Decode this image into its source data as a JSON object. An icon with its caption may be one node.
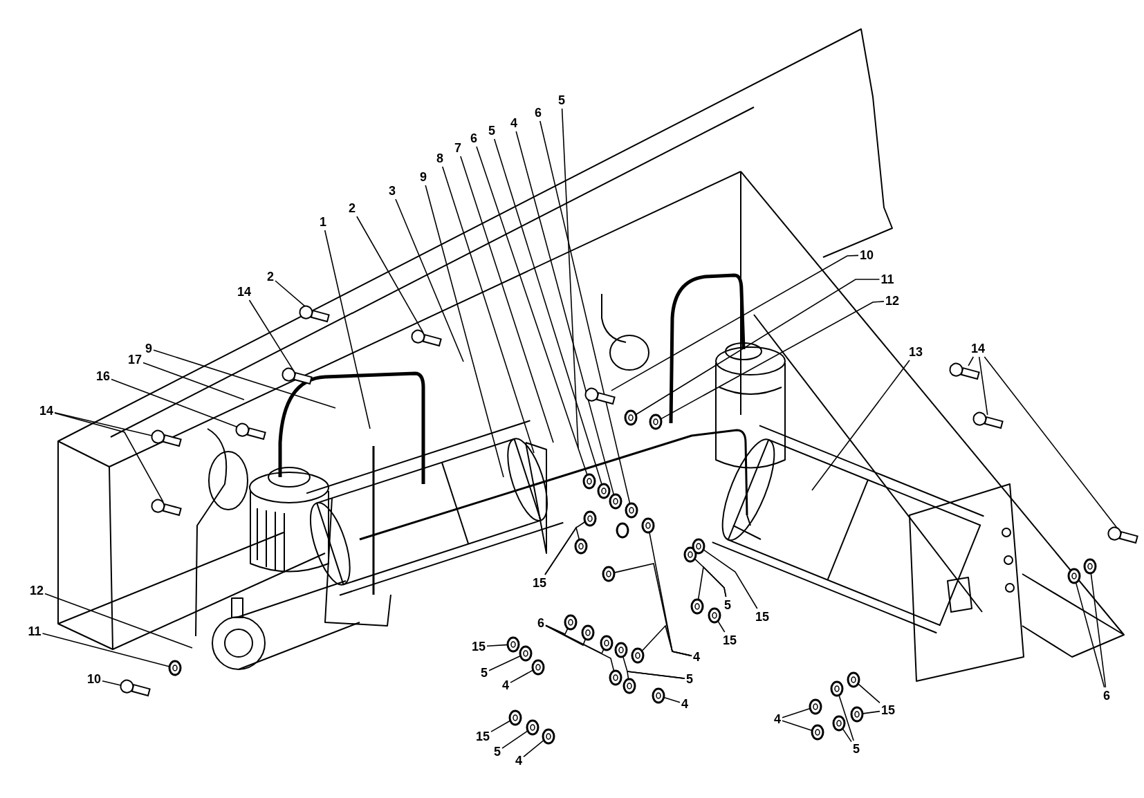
{
  "diagram": {
    "nodes": [
      {
        "text": [
          "5"
        ]
      },
      {
        "text": [
          "6"
        ]
      },
      {
        "text": [
          "4"
        ]
      },
      {
        "text": [
          "5"
        ]
      },
      {
        "text": [
          "6"
        ]
      },
      {
        "text": [
          "7"
        ]
      },
      {
        "text": [
          "8"
        ]
      },
      {
        "text": [
          "9"
        ]
      },
      {
        "text": [
          "3"
        ]
      },
      {
        "text": [
          "2"
        ]
      },
      {
        "text": [
          "1"
        ]
      },
      {
        "text": [
          "10"
        ]
      },
      {
        "text": [
          "11"
        ]
      },
      {
        "text": [
          "2"
        ]
      },
      {
        "text": [
          "12"
        ]
      },
      {
        "text": [
          "14"
        ]
      },
      {
        "text": [
          "13"
        ]
      },
      {
        "text": [
          "14"
        ]
      },
      {
        "text": [
          "9"
        ]
      },
      {
        "text": [
          "17"
        ]
      },
      {
        "text": [
          "16"
        ]
      },
      {
        "text": [
          "14"
        ]
      },
      {
        "text": [
          "15"
        ]
      },
      {
        "text": [
          "12"
        ]
      },
      {
        "text": [
          "5"
        ]
      },
      {
        "text": [
          "15"
        ]
      },
      {
        "text": [
          "6"
        ]
      },
      {
        "text": [
          "11"
        ]
      },
      {
        "text": [
          "15"
        ]
      },
      {
        "text": [
          "15"
        ]
      },
      {
        "text": [
          "4"
        ]
      },
      {
        "text": [
          "5"
        ]
      },
      {
        "text": [
          "10"
        ]
      },
      {
        "text": [
          "5"
        ]
      },
      {
        "text": [
          "4"
        ]
      },
      {
        "text": [
          "6"
        ]
      },
      {
        "text": [
          "4"
        ]
      },
      {
        "text": [
          "15"
        ]
      },
      {
        "text": [
          "4"
        ]
      },
      {
        "text": [
          "15"
        ]
      },
      {
        "text": [
          "5"
        ]
      },
      {
        "text": [
          "5"
        ]
      },
      {
        "text": [
          "4"
        ]
      },
      {
        "text": [],
        "shape": "circle"
      },
      {
        "text": [],
        "shape": "circle"
      },
      {
        "text": [],
        "shape": "circle"
      },
      {
        "text": [],
        "shape": "circle"
      },
      {
        "text": [],
        "shape": "bolt"
      },
      {
        "text": [],
        "shape": "bolt"
      },
      {
        "text": [],
        "shape": "circle"
      },
      {
        "text": [],
        "shape": "bolt"
      },
      {
        "text": [],
        "shape": "circle"
      },
      {
        "text": [],
        "shape": "bolt"
      },
      {
        "text": [],
        "shape": "bolt"
      },
      {
        "text": [],
        "shape": "bolt"
      },
      {
        "text": [],
        "shape": "bolt"
      },
      {
        "text": [],
        "shape": "bolt"
      },
      {
        "text": [],
        "shape": "bolt"
      },
      {
        "text": [],
        "shape": "bolt"
      },
      {
        "text": [],
        "shape": "circle"
      },
      {
        "text": [],
        "shape": "circle"
      },
      {
        "text": [],
        "shape": "circle"
      },
      {
        "text": [],
        "shape": "circle"
      },
      {
        "text": [],
        "shape": "circle"
      },
      {
        "text": [],
        "shape": "circle"
      },
      {
        "text": [],
        "shape": "circle"
      },
      {
        "text": [],
        "shape": "circle"
      },
      {
        "text": [],
        "shape": "circle"
      },
      {
        "text": [],
        "shape": "circle"
      },
      {
        "text": [],
        "shape": "circle"
      },
      {
        "text": [],
        "shape": "circle"
      },
      {
        "text": [],
        "shape": "circle"
      },
      {
        "text": [],
        "shape": "circle"
      },
      {
        "text": [],
        "shape": "circle"
      },
      {
        "text": [],
        "shape": "circle"
      },
      {
        "text": [],
        "shape": "bolt"
      },
      {
        "text": [],
        "shape": "circle"
      },
      {
        "text": [],
        "shape": "circle"
      },
      {
        "text": [],
        "shape": "circle"
      },
      {
        "text": [],
        "shape": "circle"
      },
      {
        "text": [],
        "shape": "circle"
      },
      {
        "text": [],
        "shape": "circle"
      },
      {
        "text": [],
        "shape": "circle"
      },
      {
        "text": [],
        "shape": "circle"
      },
      {
        "text": [],
        "shape": "circle"
      },
      {
        "text": [],
        "shape": "circle"
      },
      {
        "text": [],
        "shape": "circle"
      },
      {
        "text": [],
        "shape": "circle"
      },
      {
        "text": [],
        "shape": "circle"
      },
      {
        "text": [],
        "shape": "circle"
      },
      {
        "text": [],
        "shape": "circle"
      }
    ],
    "edges": [
      {
        "from": 0,
        "to": null,
        "arrow": "none"
      },
      {
        "from": 1,
        "to": 43,
        "arrow": "none"
      },
      {
        "from": 2,
        "to": 44,
        "arrow": "none"
      },
      {
        "from": 3,
        "to": 45,
        "arrow": "none"
      },
      {
        "from": 4,
        "to": 46,
        "arrow": "none"
      },
      {
        "from": 5,
        "to": null,
        "arrow": "none"
      },
      {
        "from": 6,
        "to": null,
        "arrow": "none"
      },
      {
        "from": 7,
        "to": null,
        "arrow": "none"
      },
      {
        "from": 8,
        "to": null,
        "arrow": "none"
      },
      {
        "from": 9,
        "to": 47,
        "arrow": "none"
      },
      {
        "from": 10,
        "to": null,
        "arrow": "none"
      },
      {
        "from": 11,
        "to": 48,
        "arrow": "none"
      },
      {
        "from": 12,
        "to": 49,
        "arrow": "none"
      },
      {
        "from": 13,
        "to": 50,
        "arrow": "none"
      },
      {
        "from": 14,
        "to": 51,
        "arrow": "none"
      },
      {
        "from": 15,
        "to": 52,
        "arrow": "none"
      },
      {
        "from": 16,
        "to": null,
        "arrow": "none"
      },
      {
        "from": 17,
        "to": 53,
        "arrow": "none"
      },
      {
        "from": 17,
        "to": 54,
        "arrow": "none"
      },
      {
        "from": 17,
        "to": 55,
        "arrow": "none"
      },
      {
        "from": 18,
        "to": null,
        "arrow": "none"
      },
      {
        "from": 19,
        "to": null,
        "arrow": "none"
      },
      {
        "from": 20,
        "to": 56,
        "arrow": "none"
      },
      {
        "from": 21,
        "to": 57,
        "arrow": "none"
      },
      {
        "from": 21,
        "to": 58,
        "arrow": "none"
      },
      {
        "from": 22,
        "to": 59,
        "arrow": "none"
      },
      {
        "from": 22,
        "to": 60,
        "arrow": "none"
      },
      {
        "from": 23,
        "to": null,
        "arrow": "none"
      },
      {
        "from": 24,
        "to": 61,
        "arrow": "none"
      },
      {
        "from": 24,
        "to": 62,
        "arrow": "none"
      },
      {
        "from": 25,
        "to": 63,
        "arrow": "none"
      },
      {
        "from": 26,
        "to": 64,
        "arrow": "none"
      },
      {
        "from": 26,
        "to": 65,
        "arrow": "none"
      },
      {
        "from": 26,
        "to": 66,
        "arrow": "none"
      },
      {
        "from": 26,
        "to": 67,
        "arrow": "none"
      },
      {
        "from": 27,
        "to": 68,
        "arrow": "none"
      },
      {
        "from": 28,
        "to": 69,
        "arrow": "none"
      },
      {
        "from": 29,
        "to": 70,
        "arrow": "none"
      },
      {
        "from": 30,
        "to": 71,
        "arrow": "none"
      },
      {
        "from": 30,
        "to": 72,
        "arrow": "none"
      },
      {
        "from": 30,
        "to": 73,
        "arrow": "none"
      },
      {
        "from": 31,
        "to": 74,
        "arrow": "none"
      },
      {
        "from": 32,
        "to": 75,
        "arrow": "none"
      },
      {
        "from": 33,
        "to": 76,
        "arrow": "none"
      },
      {
        "from": 33,
        "to": 77,
        "arrow": "none"
      },
      {
        "from": 34,
        "to": 78,
        "arrow": "none"
      },
      {
        "from": 35,
        "to": 79,
        "arrow": "none"
      },
      {
        "from": 35,
        "to": 80,
        "arrow": "none"
      },
      {
        "from": 36,
        "to": 81,
        "arrow": "none"
      },
      {
        "from": 37,
        "to": 82,
        "arrow": "none"
      },
      {
        "from": 37,
        "to": 83,
        "arrow": "none"
      },
      {
        "from": 38,
        "to": 84,
        "arrow": "none"
      },
      {
        "from": 38,
        "to": 85,
        "arrow": "none"
      },
      {
        "from": 39,
        "to": 86,
        "arrow": "none"
      },
      {
        "from": 40,
        "to": 87,
        "arrow": "none"
      },
      {
        "from": 40,
        "to": 88,
        "arrow": "none"
      },
      {
        "from": 41,
        "to": 89,
        "arrow": "none"
      },
      {
        "from": 42,
        "to": 90,
        "arrow": "none"
      }
    ]
  }
}
